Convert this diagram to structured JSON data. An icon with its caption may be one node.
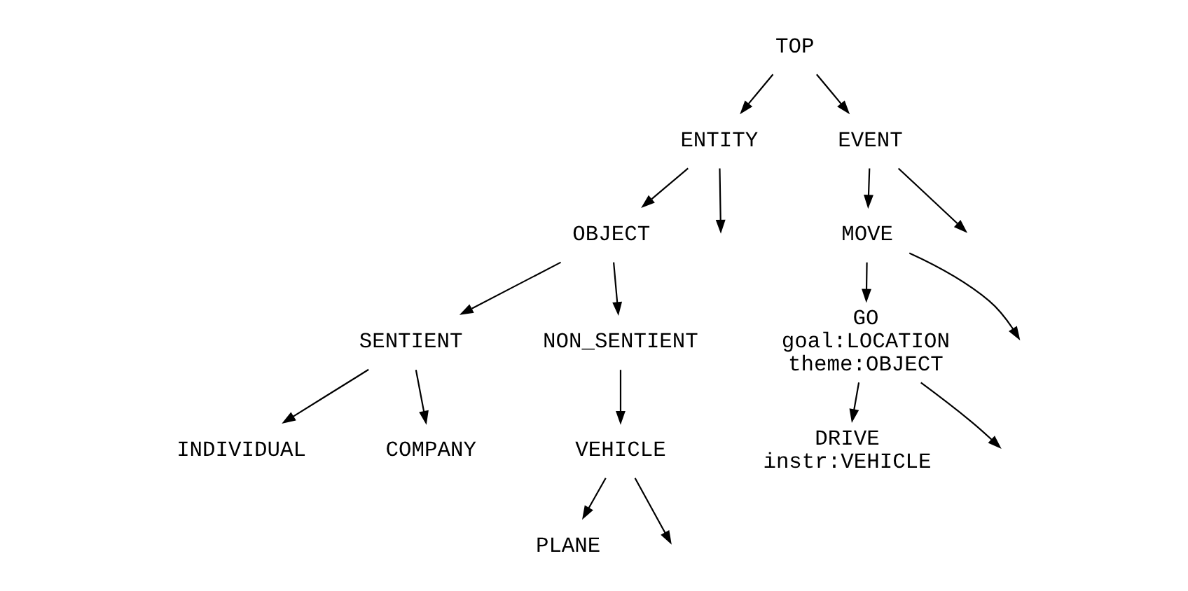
{
  "diagram": {
    "nodes": [
      {
        "text": [
          "TOP"
        ]
      },
      {
        "text": [
          "ENTITY"
        ]
      },
      {
        "text": [
          "EVENT"
        ]
      },
      {
        "text": [
          "OBJECT"
        ]
      },
      {
        "text": [
          "MOVE"
        ]
      },
      {
        "text": [
          "SENTIENT"
        ]
      },
      {
        "text": [
          "NON_SENTIENT"
        ]
      },
      {
        "text": [
          "GO",
          "goal:LOCATION",
          "theme:OBJECT"
        ]
      },
      {
        "text": [
          "INDIVIDUAL"
        ]
      },
      {
        "text": [
          "COMPANY"
        ]
      },
      {
        "text": [
          "VEHICLE"
        ]
      },
      {
        "text": [
          "DRIVE",
          "instr:VEHICLE"
        ]
      },
      {
        "text": [
          "PLANE"
        ]
      }
    ],
    "edges": [
      {
        "from": 0,
        "to": 1,
        "arrow": "to"
      },
      {
        "from": 0,
        "to": 2,
        "arrow": "to"
      },
      {
        "from": 1,
        "to": 3,
        "arrow": "to"
      },
      {
        "from": 1,
        "to": null,
        "arrow": "to"
      },
      {
        "from": 2,
        "to": null,
        "arrow": "to"
      },
      {
        "from": 2,
        "to": 4,
        "arrow": "to"
      },
      {
        "from": 3,
        "to": 5,
        "arrow": "to"
      },
      {
        "from": 3,
        "to": 6,
        "arrow": "to"
      },
      {
        "from": 4,
        "to": null,
        "arrow": "to"
      },
      {
        "from": 4,
        "to": 7,
        "arrow": "to"
      },
      {
        "from": 5,
        "to": 8,
        "arrow": "to"
      },
      {
        "from": 5,
        "to": 9,
        "arrow": "to"
      },
      {
        "from": 6,
        "to": 10,
        "arrow": "to"
      },
      {
        "from": 7,
        "to": 11,
        "arrow": "to"
      },
      {
        "from": 7,
        "to": null,
        "arrow": "to"
      },
      {
        "from": 10,
        "to": 12,
        "arrow": "to"
      },
      {
        "from": 10,
        "to": null,
        "arrow": "to"
      }
    ]
  }
}
